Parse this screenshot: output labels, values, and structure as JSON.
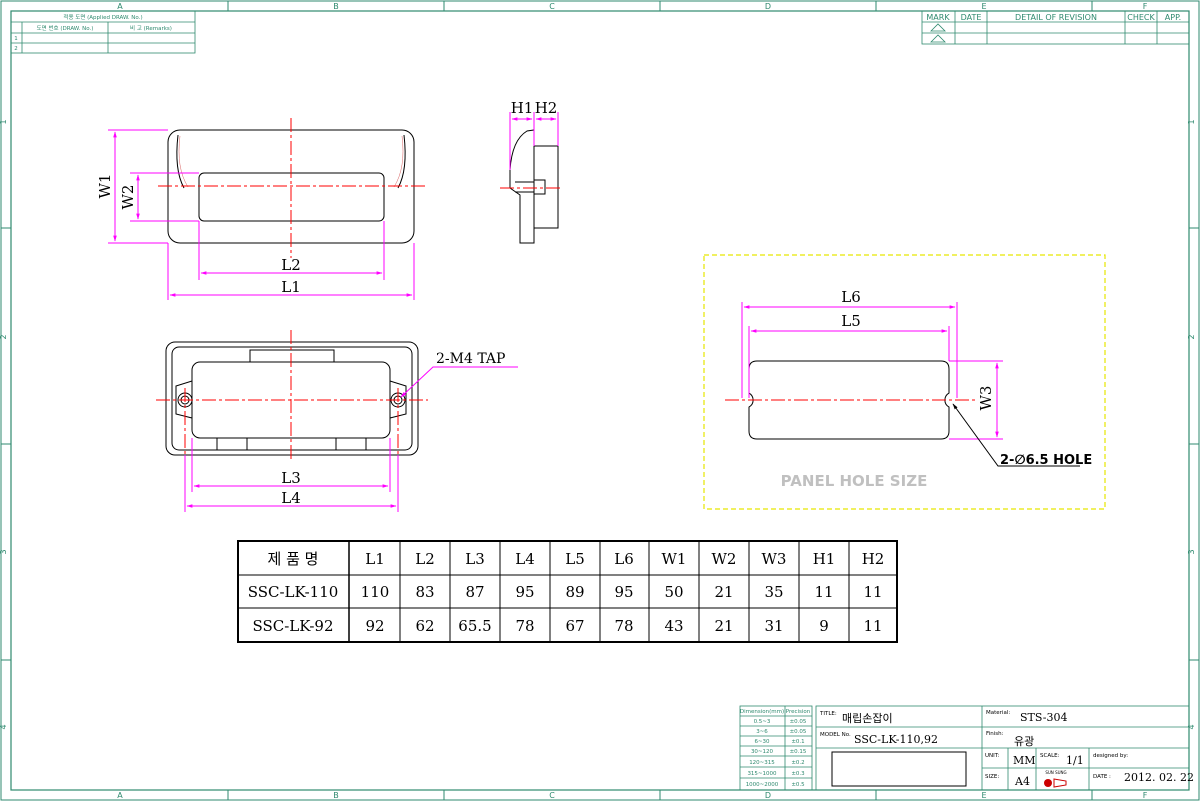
{
  "zones": {
    "columns": [
      "A",
      "B",
      "C",
      "D",
      "E",
      "F"
    ],
    "rows": [
      "1",
      "2",
      "3",
      "4"
    ]
  },
  "applied_table": {
    "header": "적용 도면 (Applied DRAW. No.)",
    "col_draw_no": "도면 번호 (DRAW. No.)",
    "col_remarks": "비 고 (Remarks)",
    "row_numbers": [
      "1",
      "2"
    ]
  },
  "revision_table": {
    "headers": [
      "MARK",
      "DATE",
      "DETAIL OF REVISION",
      "CHECK",
      "APP."
    ]
  },
  "dimension_labels": {
    "front": [
      "W1",
      "W2",
      "L2",
      "L1"
    ],
    "side": [
      "H1",
      "H2"
    ],
    "back": [
      "L3",
      "L4"
    ],
    "panel": [
      "L6",
      "L5",
      "W3"
    ]
  },
  "notes": {
    "tap": "2-M4 TAP",
    "hole": "2-∅6.5 HOLE",
    "panel_title": "PANEL HOLE SIZE"
  },
  "spec_table": {
    "headers": [
      "제 품 명",
      "L1",
      "L2",
      "L3",
      "L4",
      "L5",
      "L6",
      "W1",
      "W2",
      "W3",
      "H1",
      "H2"
    ],
    "rows": [
      [
        "SSC-LK-110",
        "110",
        "83",
        "87",
        "95",
        "89",
        "95",
        "50",
        "21",
        "35",
        "11",
        "11"
      ],
      [
        "SSC-LK-92",
        "92",
        "62",
        "65.5",
        "78",
        "67",
        "78",
        "43",
        "21",
        "31",
        "9",
        "11"
      ]
    ]
  },
  "tolerance_table": {
    "header_dimension": "Dimension(mm)",
    "header_precision": "Precision",
    "rows": [
      [
        "0.5~3",
        "±0.05"
      ],
      [
        "3~6",
        "±0.05"
      ],
      [
        "6~30",
        "±0.1"
      ],
      [
        "30~120",
        "±0.15"
      ],
      [
        "120~315",
        "±0.2"
      ],
      [
        "315~1000",
        "±0.3"
      ],
      [
        "1000~2000",
        "±0.5"
      ]
    ]
  },
  "title_block": {
    "title_label": "TITLE:",
    "title": "매립손잡이",
    "model_label": "MODEL No.",
    "model": "SSC-LK-110,92",
    "material_label": "Material:",
    "material": "STS-304",
    "finish_label": "Finish:",
    "finish": "유광",
    "unit_label": "UNIT:",
    "unit": "MM",
    "scale_label": "SCALE:",
    "scale": "1/1",
    "designed_label": "designed by:",
    "size_label": "SIZE:",
    "size": "A4",
    "date_label": "DATE :",
    "date": "2012. 02. 22",
    "logo_text": "SUN SUNG"
  },
  "colors": {
    "frame": "#2f8a6f",
    "centerline": "#ff0000",
    "dimension": "#ff00ff",
    "panel_border": "#e6e600",
    "part": "#000000"
  }
}
